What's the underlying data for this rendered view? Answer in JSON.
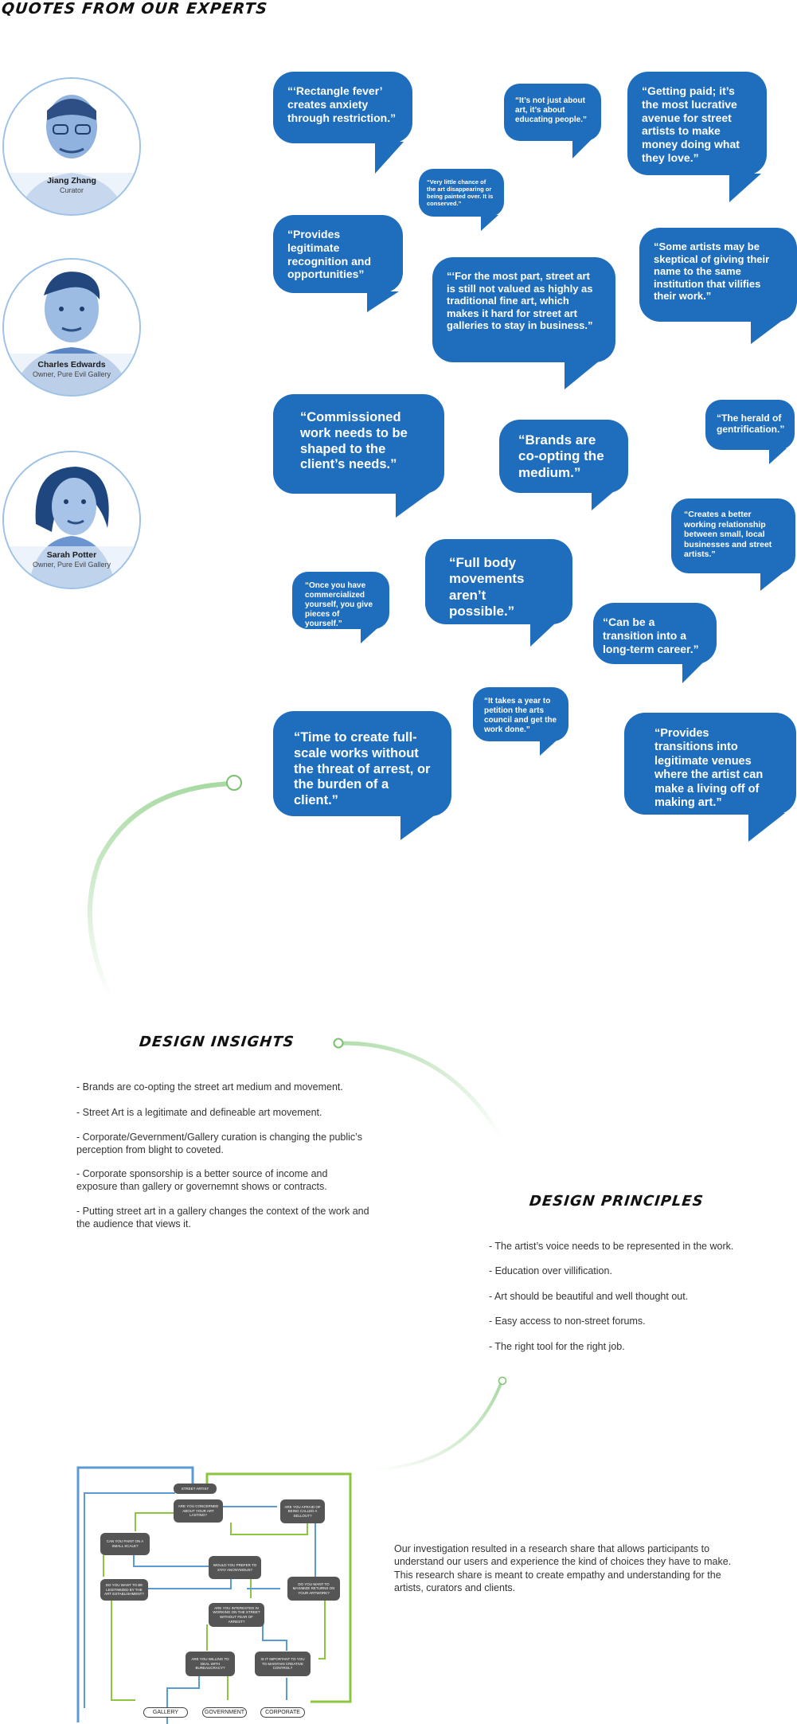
{
  "header": {
    "title": "QUOTES FROM OUR EXPERTS"
  },
  "experts": [
    {
      "name": "Jiang Zhang",
      "role": "Curator",
      "avatar": "photo-of-man-with-glasses"
    },
    {
      "name": "Charles Edwards",
      "role": "Owner, Pure Evil Gallery",
      "avatar": "photo-of-man"
    },
    {
      "name": "Sarah Potter",
      "role": "Owner, Pure Evil Gallery",
      "avatar": "photo-of-woman"
    }
  ],
  "quotes": [
    "“‘Rectangle fever’ creates anxiety through restriction.”",
    "“It’s not just about art, it’s about educating people.”",
    "“Getting paid; it’s the most lucrative avenue for street artists to make money doing what they love.”",
    "“Very little chance of the art disappearing or being painted over. It is conserved.”",
    "“Provides legitimate recognition and opportunities”",
    "“‘For the most part, street art is still not valued as highly as traditional fine art, which makes it hard for street art galleries to stay in business.”",
    "“Some artists may be skeptical of giving their name to the same institution that vilifies their work.”",
    "“Commissioned work needs to be shaped to the client’s needs.”",
    "“Brands are co-opting the medium.”",
    "“The herald of gentrification.”",
    "“Creates a better working relationship between small, local businesses and street artists.”",
    "“Once you have commercialized yourself, you give pieces of yourself.”",
    "“Full body movements aren’t possible.”",
    "“Can be a transition into a long-term career.”",
    "“It takes a year to petition the arts council and get the work done.”",
    "“Time to create full-scale works without the threat of arrest, or the burden of a client.”",
    "“Provides transitions into legitimate venues where the artist can make a living off of making art.”"
  ],
  "insights": {
    "title": "DESIGN INSIGHTS",
    "items": [
      "- Brands are co-opting the street art medium and movement.",
      "- Street Art is a legitimate and defineable art movement.",
      "- Corporate/Gevernment/Gallery curation is changing the public’s perception from blight to coveted.",
      "- Corporate sponsorship is a better source of income and exposure than gallery or governemnt shows or contracts.",
      "- Putting street art in a gallery changes the context of the work and the audience that views it."
    ]
  },
  "principles": {
    "title": "DESIGN PRINCIPLES",
    "items": [
      "- The artist’s voice needs to be represented in the work.",
      "- Education over villification.",
      "- Art should be beautiful and well thought out.",
      "- Easy access to non-street forums.",
      "- The right tool for the right job."
    ]
  },
  "flowchart": {
    "start": "STREET ARTIST",
    "q1": "ARE YOU CONCERNED ABOUT YOUR ART LASTING?",
    "q2": "ARE YOU AFRAID OF BEING CALLED A SELLOUT?",
    "q3": "CAN YOU PAINT ON A SMALL SCALE?",
    "q4": "WOULD YOU PREFER TO STAY ANONYMOUS?",
    "q5": "DO YOU WANT TO BE LEGITIMIZED BY THE ART ESTABLISHMENT?",
    "q6": "DO YOU WANT TO MAXIMIZE RETURNS ON YOUR ARTWORK?",
    "q7": "ARE YOU INTERESTED IN WORKING ON THE STREET WITHOUT FEAR OF ARREST?",
    "q8": "ARE YOU WILLING TO DEAL WITH BUREAUCRACY?",
    "q9": "IS IT IMPORTANT TO YOU TO MAINTAIN CREATIVE CONTROL?",
    "end1": "GALLERY",
    "end2": "GOVERNMENT",
    "end3": "CORPORATE",
    "colors": {
      "yes": "#8cc63f",
      "no": "#5b9bd5"
    }
  },
  "summary": "Our investigation resulted in a research share that allows participants to understand our users and experience the kind of choices they have to make. This research share is meant to create empathy and understanding for the artists, curators and clients.",
  "colors": {
    "bubble": "#1f6dbd",
    "arc": "#b6e0b0",
    "accent_green": "#79c26e"
  }
}
